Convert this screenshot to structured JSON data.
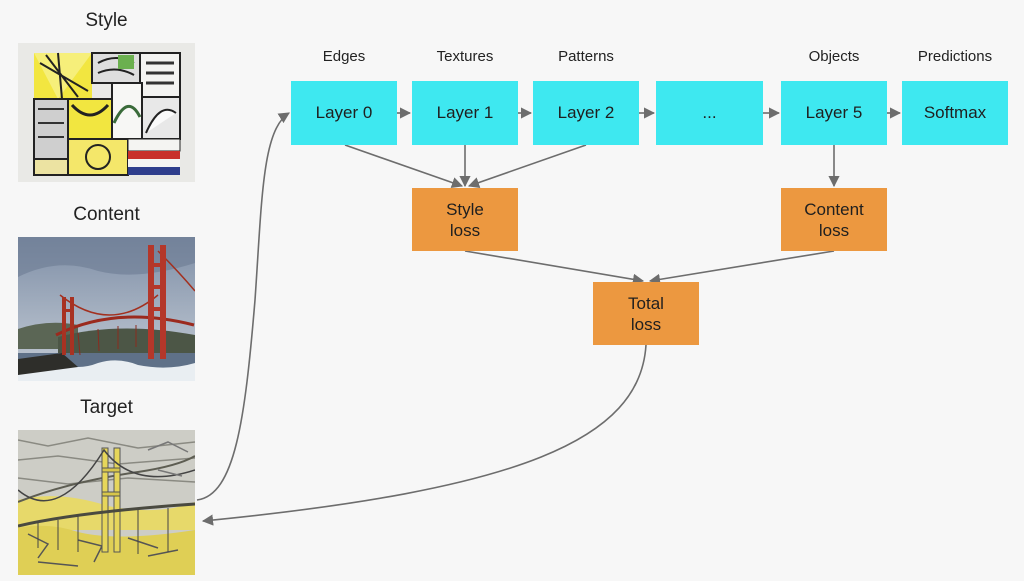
{
  "images": {
    "style_label": "Style",
    "content_label": "Content",
    "target_label": "Target"
  },
  "network": {
    "feature_labels": [
      "Edges",
      "Textures",
      "Patterns",
      "Objects",
      "Predictions"
    ],
    "layers": [
      "Layer 0",
      "Layer 1",
      "Layer 2",
      "...",
      "Layer 5",
      "Softmax"
    ]
  },
  "losses": {
    "style": "Style\nloss",
    "content": "Content\nloss",
    "total": "Total\nloss"
  },
  "colors": {
    "layer_box": "#3ee8f0",
    "loss_box": "#ec9840",
    "arrow": "#6d6d6d"
  }
}
